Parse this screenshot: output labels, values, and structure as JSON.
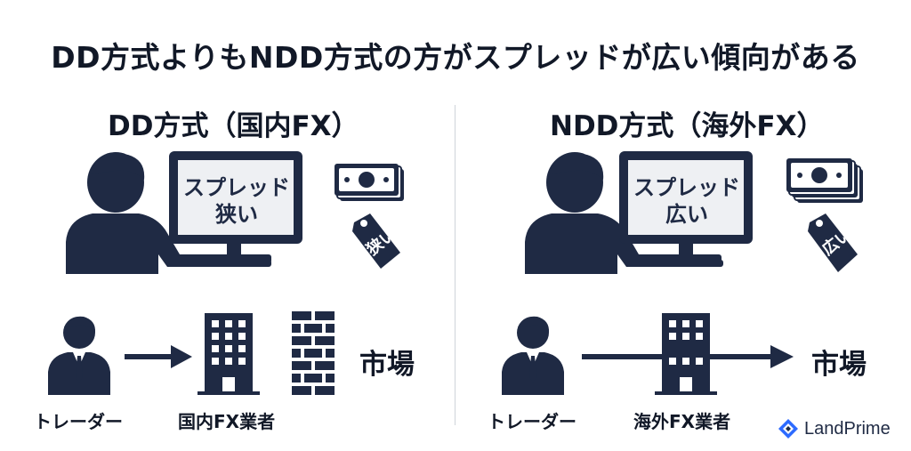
{
  "title": "DD方式よりもNDD方式の方がスプレッドが広い傾向がある",
  "left": {
    "heading": "DD方式（国内FX）",
    "screen_line1": "スプレッド",
    "screen_line2": "狭い",
    "tag": "狭い",
    "trader": "トレーダー",
    "broker": "国内FX業者",
    "market": "市場"
  },
  "right": {
    "heading": "NDD方式（海外FX）",
    "screen_line1": "スプレッド",
    "screen_line2": "広い",
    "tag": "広い",
    "trader": "トレーダー",
    "broker": "海外FX業者",
    "market": "市場"
  },
  "brand": {
    "name": "LandPrime"
  },
  "colors": {
    "navy": "#1f2a44",
    "brand_blue": "#2d6bff"
  },
  "icons": [
    "person-at-computer-icon",
    "banknote-icon",
    "price-tag-icon",
    "trader-icon",
    "office-building-icon",
    "brick-wall-icon",
    "arrow-right-icon",
    "landprime-logo-icon"
  ]
}
